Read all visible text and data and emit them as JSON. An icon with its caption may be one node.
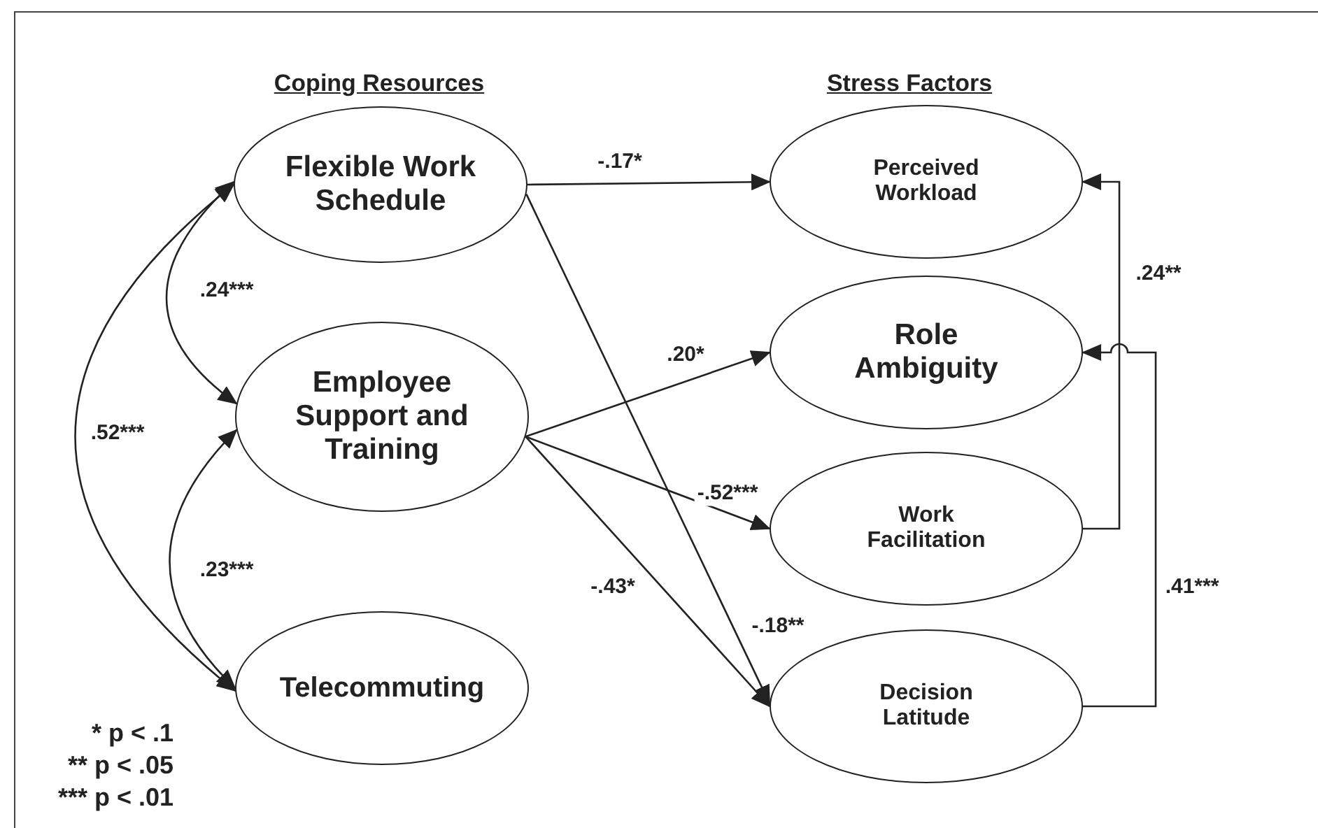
{
  "diagram": {
    "nodes": [
      {
        "text": [
          "Flexible Work Schedule"
        ]
      },
      {
        "text": [
          "Employee Support and Training"
        ]
      },
      {
        "text": [
          "Telecommuting"
        ]
      },
      {
        "text": [
          "Perceived Workload"
        ]
      },
      {
        "text": [
          "Role Ambiguity"
        ]
      },
      {
        "text": [
          "Work Facilitation"
        ]
      },
      {
        "text": [
          "Decision Latitude"
        ]
      }
    ],
    "edges": [
      {
        "from": 0,
        "to": 3,
        "arrow": "to",
        "label": "-.17*"
      },
      {
        "from": 0,
        "to": 6,
        "arrow": "to",
        "label": "-.18**"
      },
      {
        "from": 1,
        "to": 4,
        "arrow": "to",
        "label": ".20*"
      },
      {
        "from": 1,
        "to": 5,
        "arrow": "to",
        "label": "-.52***"
      },
      {
        "from": 1,
        "to": 6,
        "arrow": "to",
        "label": "-.43*"
      },
      {
        "from": 5,
        "to": 3,
        "arrow": "to",
        "label": ".24**"
      },
      {
        "from": 6,
        "to": 4,
        "arrow": "to",
        "label": ".41***"
      },
      {
        "from": 0,
        "to": 1,
        "arrow": "both",
        "label": ".24***"
      },
      {
        "from": 1,
        "to": 2,
        "arrow": "both",
        "label": ".23***"
      },
      {
        "from": 0,
        "to": 2,
        "arrow": "both",
        "label": ".52***"
      }
    ],
    "labels": [
      "Coping Resources",
      "Stress Factors",
      "* p < .1",
      "** p < .05",
      "*** p < .01"
    ]
  }
}
